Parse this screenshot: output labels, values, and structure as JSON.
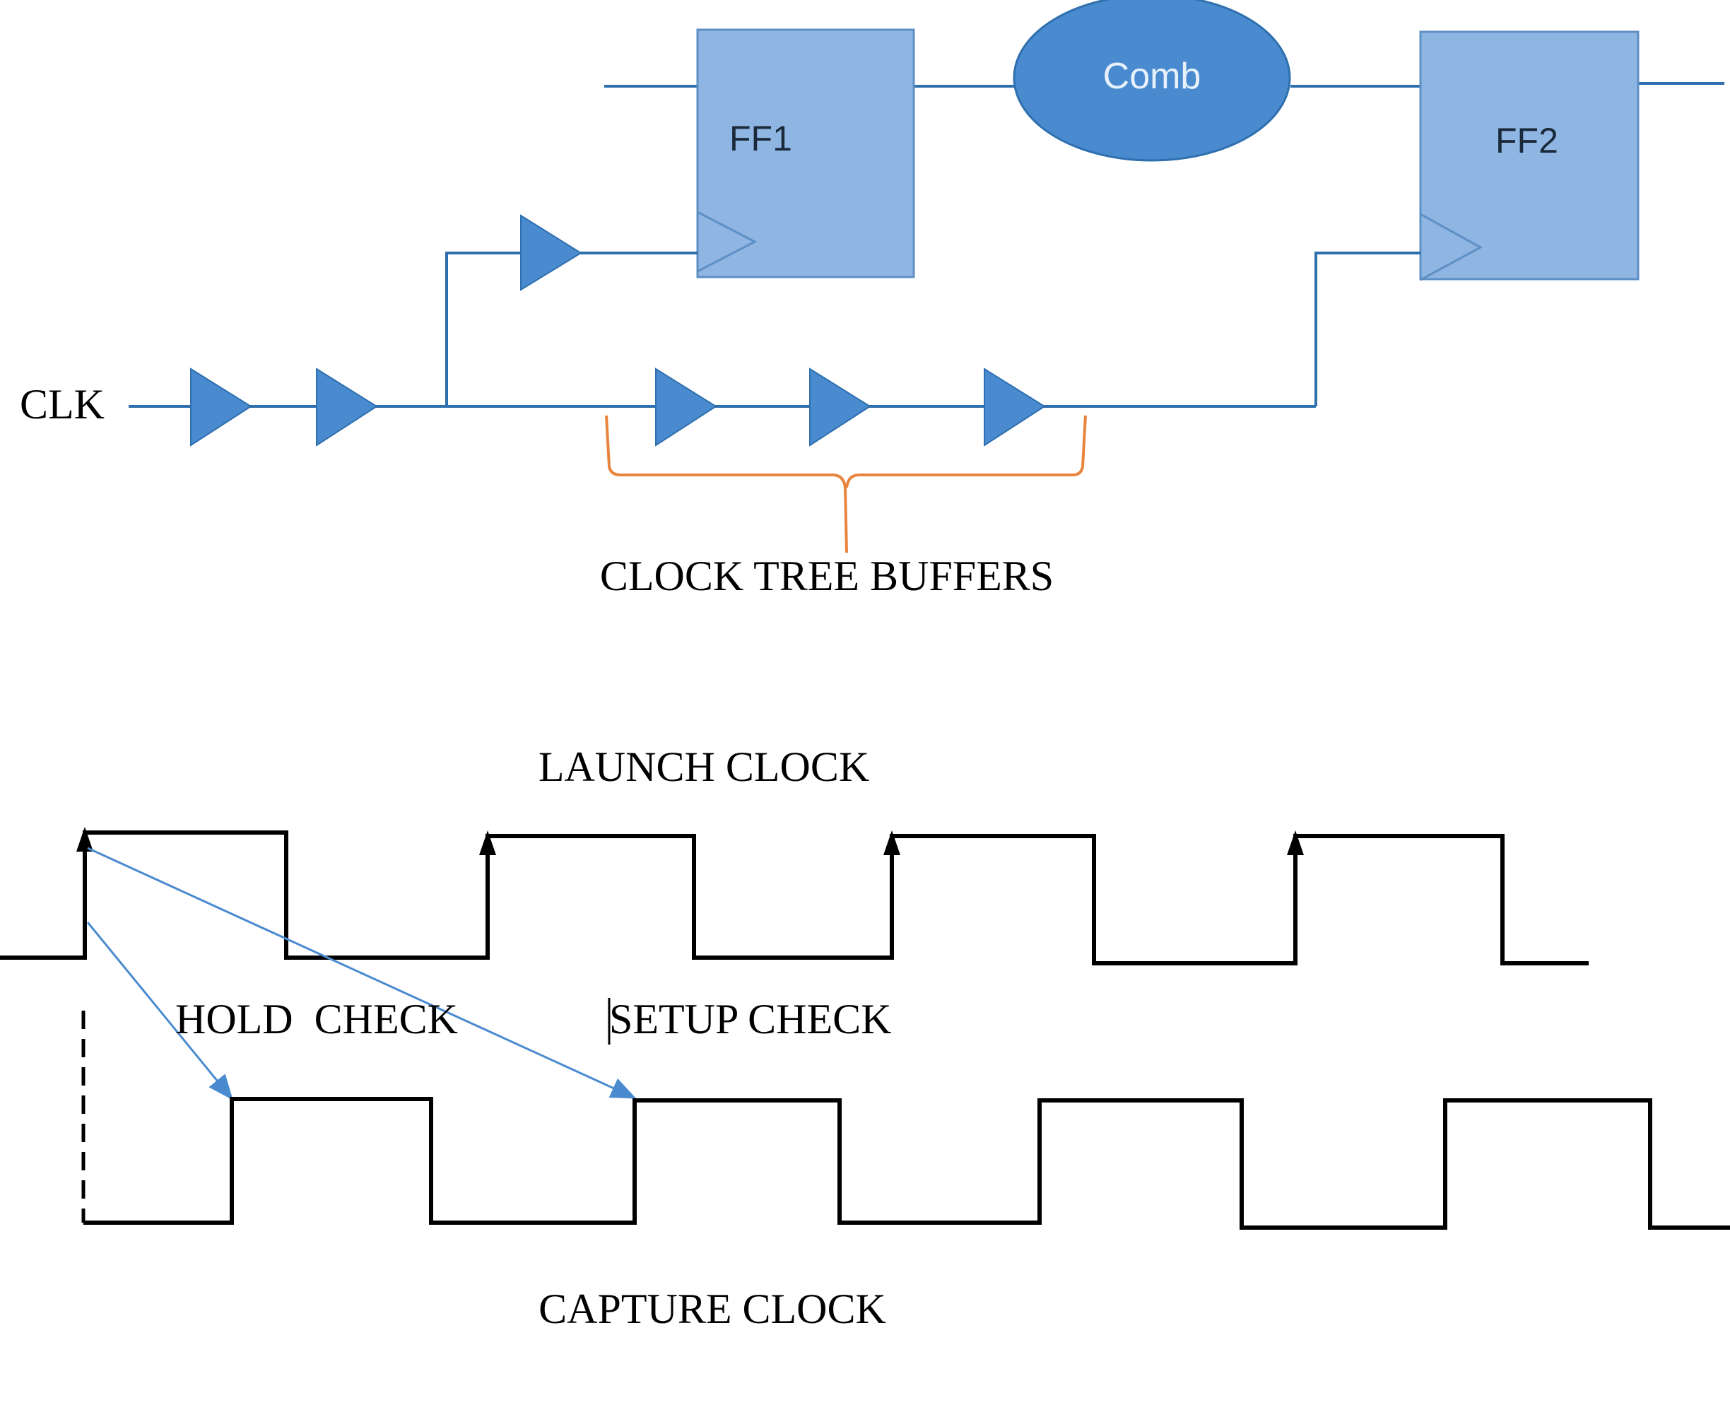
{
  "circuit": {
    "clk_label": "CLK",
    "ff1_label": "FF1",
    "ff2_label": "FF2",
    "comb_label": "Comb",
    "brace_label": "CLOCK TREE BUFFERS",
    "colors": {
      "block": "#8fb6e3",
      "buffer": "#4a8bd0",
      "wire": "#2e6fae",
      "brace": "#e8843e"
    }
  },
  "timing": {
    "launch_label": "LAUNCH CLOCK",
    "capture_label": "CAPTURE CLOCK",
    "hold_label": "HOLD  CHECK",
    "setup_label": "SETUP CHECK"
  }
}
